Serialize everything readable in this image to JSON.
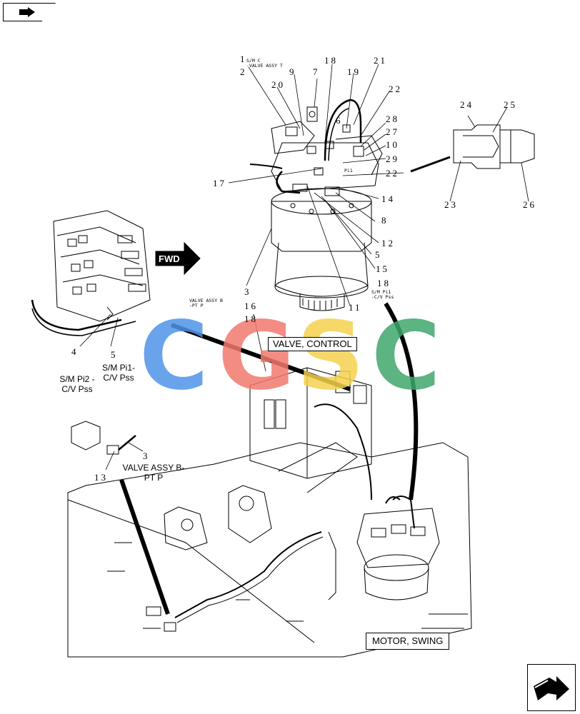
{
  "navigation": {
    "prev_icon": "back-arrow-icon",
    "next_icon": "forward-arrow-icon"
  },
  "watermark": {
    "letters": [
      "C",
      "G",
      "S",
      "C"
    ],
    "colors": [
      "#4f94e9",
      "#f27a6e",
      "#f5d24f",
      "#3fa86c"
    ]
  },
  "fwd_label": "FWD",
  "component_labels": {
    "valve_control": "VALVE, CONTROL",
    "motor_swing": "MOTOR, SWING",
    "sm_pi2_line1": "S/M Pi2 -",
    "sm_pi2_line2": "C/V Pss",
    "sm_pi1_line1": "S/M Pi1-",
    "sm_pi1_line2": "C/V Pss",
    "valve_assy_b_pt_p_line1": "VALVE ASSY B-",
    "valve_assy_b_pt_p_line2": "PT P"
  },
  "small_notes": {
    "sm_c_valve_assy_t_line1": "S/M C",
    "sm_c_valve_assy_t_line2": "-VALVE ASSY T",
    "valve_assy_b_pt_line1": "VALVE ASSY B",
    "valve_assy_b_pt_line2": "-PT P",
    "sm_pi1_cv_pss_line1": "S/M Pi1",
    "sm_pi1_cv_pss_line2": "-C/V Pss",
    "pi1_port": "Pi1"
  },
  "callouts": {
    "c1": "1",
    "c2": "2",
    "c3a": "3",
    "c3b": "3",
    "c4": "4",
    "c5a": "5",
    "c5b": "5",
    "c6": "6",
    "c7": "7",
    "c8": "8",
    "c9": "9",
    "c10": "10",
    "c11": "11",
    "c12": "12",
    "c13": "13",
    "c14": "14",
    "c15": "15",
    "c16": "16",
    "c17": "17",
    "c18a": "18",
    "c18b": "18",
    "c18c": "18",
    "c19": "19",
    "c20": "20",
    "c21": "21",
    "c22a": "22",
    "c22b": "22",
    "c23": "23",
    "c24": "24",
    "c25": "25",
    "c26": "26",
    "c27": "27",
    "c28": "28",
    "c29": "29"
  }
}
